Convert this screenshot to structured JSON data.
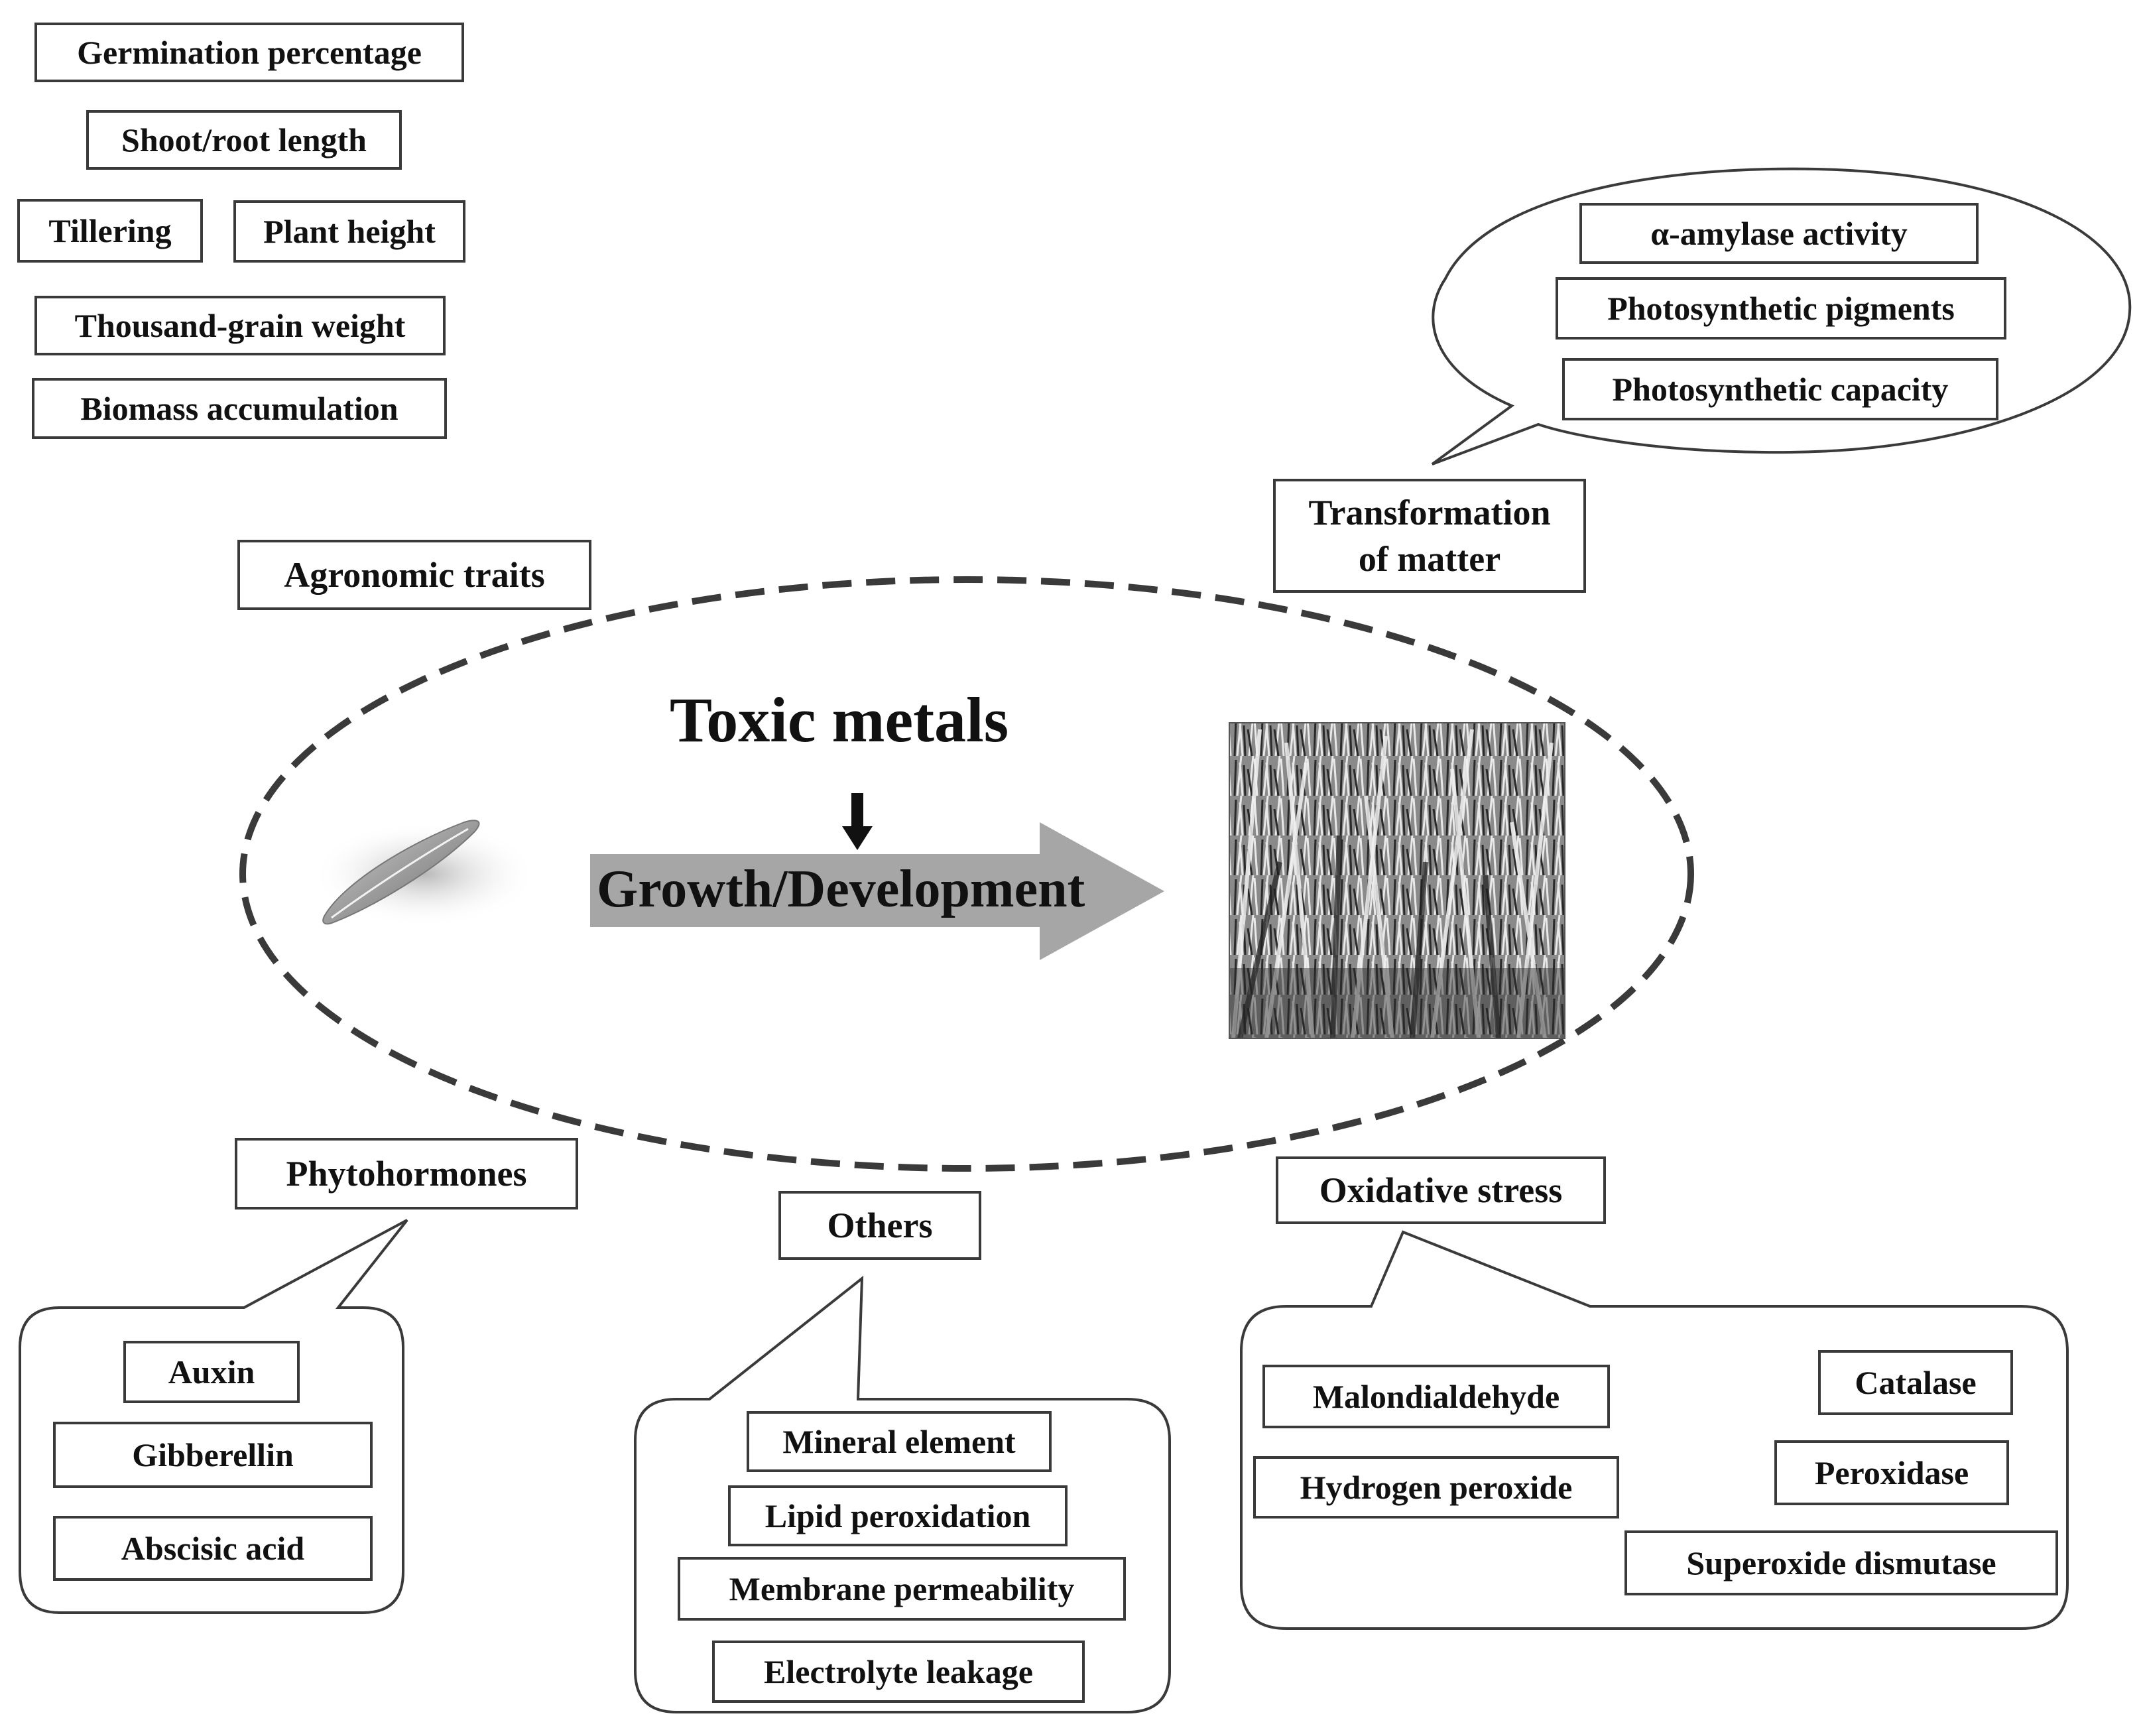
{
  "center": {
    "title": "Toxic metals",
    "process": "Growth/Development"
  },
  "agronomic": {
    "label": "Agronomic traits",
    "items": [
      "Germination percentage",
      "Shoot/root length",
      "Tillering",
      "Plant height",
      "Thousand-grain  weight",
      "Biomass accumulation"
    ]
  },
  "matter": {
    "label_line1": "Transformation",
    "label_line2": "of matter",
    "items": [
      "α-amylase activity",
      "Photosynthetic pigments",
      "Photosynthetic capacity"
    ]
  },
  "phytohormones": {
    "label": "Phytohormones",
    "items": [
      "Auxin",
      "Gibberellin",
      "Abscisic acid"
    ]
  },
  "others": {
    "label": "Others",
    "items": [
      "Mineral element",
      "Lipid peroxidation",
      "Membrane  permeability",
      "Electrolyte leakage"
    ]
  },
  "oxidative": {
    "label": "Oxidative stress",
    "items": [
      "Malondialdehyde",
      "Hydrogen peroxide",
      "Catalase",
      "Peroxidase",
      "Superoxide dismutase"
    ]
  },
  "colors": {
    "line": "#3a3a3a",
    "arrow_fill": "#a6a6a6",
    "text": "#111111"
  }
}
